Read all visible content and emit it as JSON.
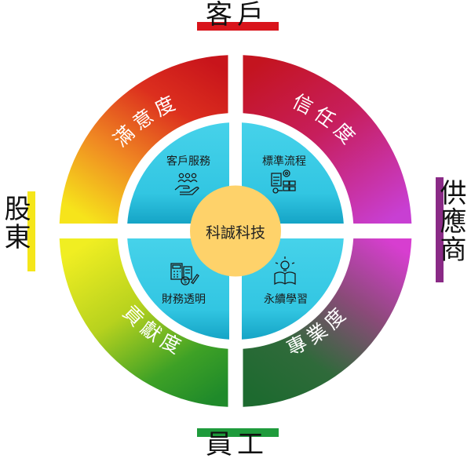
{
  "title": "",
  "center": {
    "label": "科誠科技"
  },
  "inner": [
    {
      "label": "客戶服務",
      "icon": "customer-service-icon"
    },
    {
      "label": "標準流程",
      "icon": "standard-process-icon"
    },
    {
      "label": "財務透明",
      "icon": "financial-transparency-icon"
    },
    {
      "label": "永續學習",
      "icon": "continuous-learning-icon"
    }
  ],
  "outer": [
    {
      "label": "滿意度"
    },
    {
      "label": "信任度"
    },
    {
      "label": "貢獻度"
    },
    {
      "label": "專業度"
    }
  ],
  "stakeholders": {
    "top": "客戶",
    "bottom": "員工",
    "left": "股東",
    "right": "供應商"
  },
  "colors": {
    "top_bar": "#d9141b",
    "bottom_bar": "#1f9b3c",
    "left_bar": "#f5e61a",
    "right_bar": "#8a2a86",
    "inner_top": "#3fcfe6",
    "inner_bottom": "#1aa7c9",
    "center": "#fed26a"
  }
}
